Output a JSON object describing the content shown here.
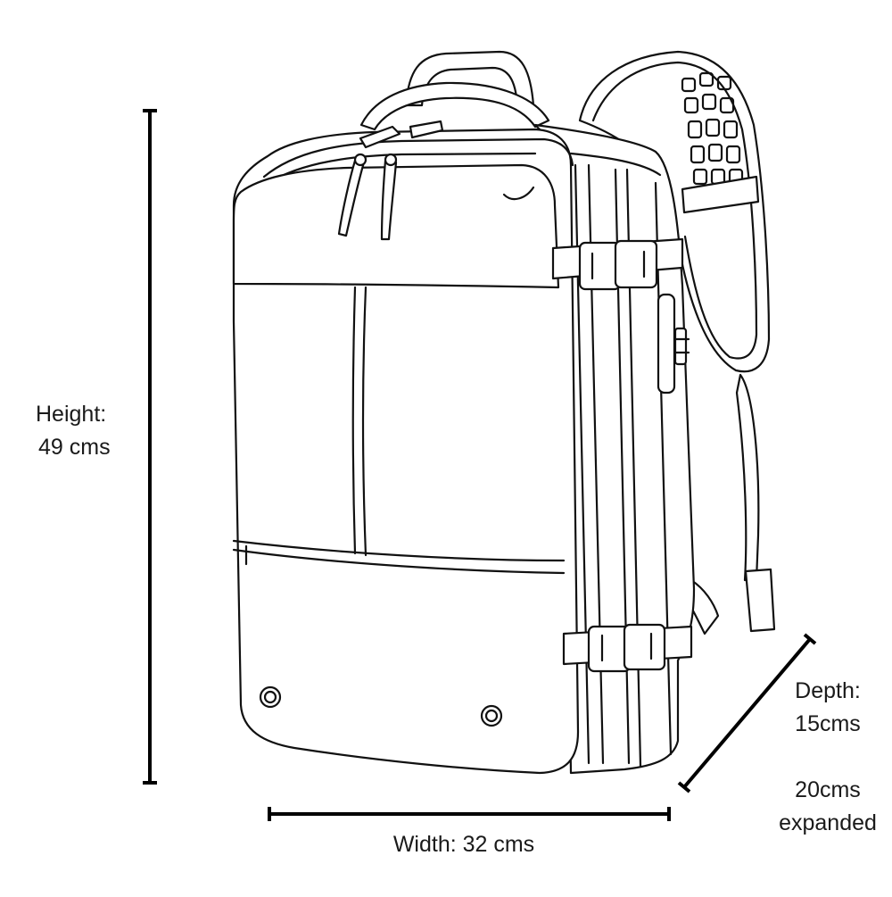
{
  "dimensions": {
    "height": {
      "line1": "Height:",
      "line2": "49 cms"
    },
    "width": {
      "text": "Width: 32 cms"
    },
    "depth": {
      "line1": "Depth:",
      "line2": "15cms",
      "line3": "20cms",
      "line4": "expanded"
    }
  },
  "colors": {
    "outline": "#111111",
    "dimension_line": "#000000",
    "background": "#ffffff"
  }
}
